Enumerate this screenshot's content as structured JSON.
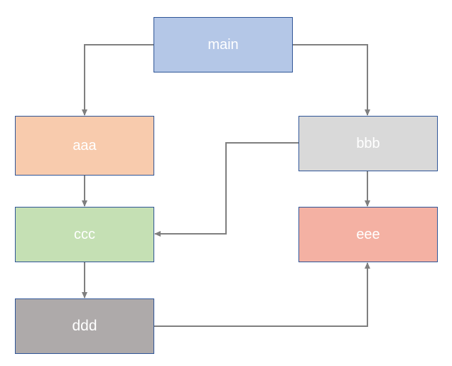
{
  "nodes": {
    "main": {
      "label": "main",
      "color": "#b4c7e7"
    },
    "aaa": {
      "label": "aaa",
      "color": "#f8cbad"
    },
    "bbb": {
      "label": "bbb",
      "color": "#d9d9d9"
    },
    "ccc": {
      "label": "ccc",
      "color": "#c5e0b4"
    },
    "ddd": {
      "label": "ddd",
      "color": "#aeaaaa"
    },
    "eee": {
      "label": "eee",
      "color": "#f4b1a3"
    }
  },
  "edges": [
    {
      "from": "main",
      "to": "aaa"
    },
    {
      "from": "main",
      "to": "bbb"
    },
    {
      "from": "aaa",
      "to": "ccc"
    },
    {
      "from": "bbb",
      "to": "ccc"
    },
    {
      "from": "bbb",
      "to": "eee"
    },
    {
      "from": "ccc",
      "to": "ddd"
    },
    {
      "from": "ddd",
      "to": "eee"
    }
  ],
  "style": {
    "connector_color": "#7f7f7f",
    "node_border_color": "#2f5597",
    "text_color": "#ffffff"
  }
}
